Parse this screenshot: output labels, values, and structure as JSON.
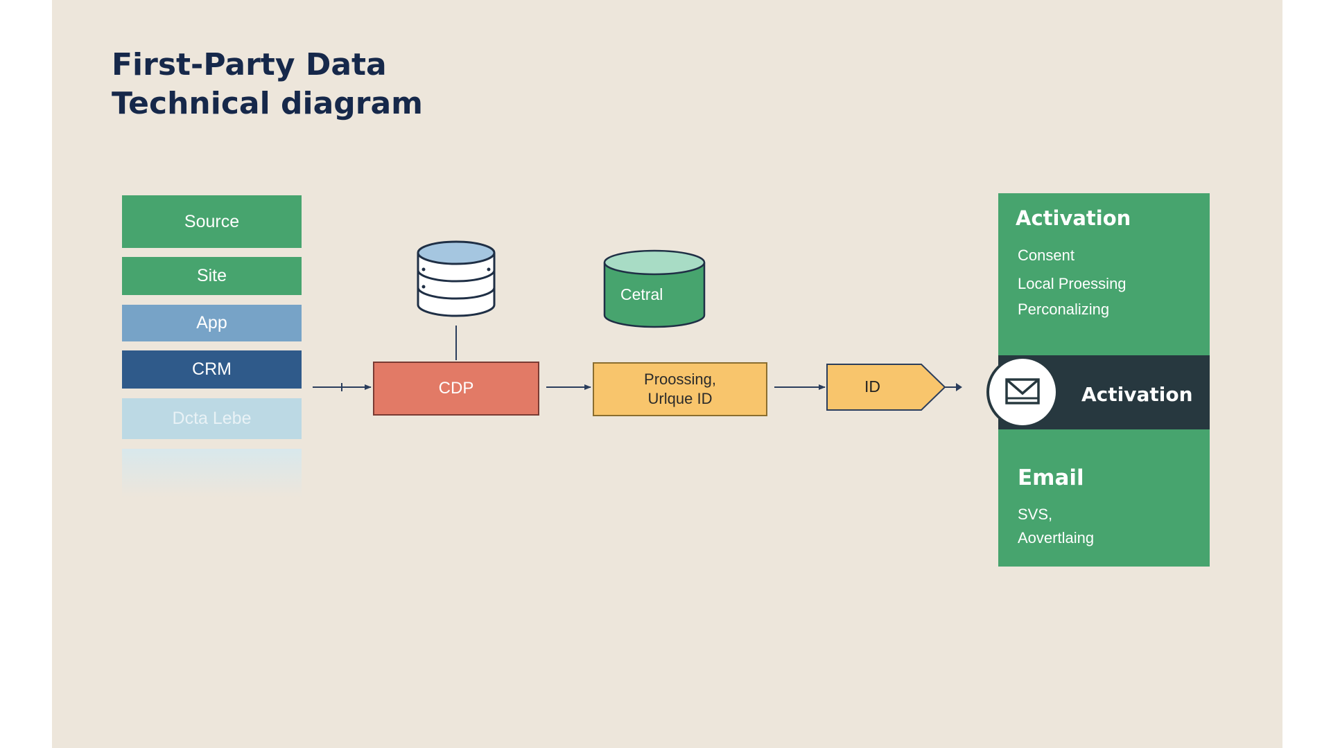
{
  "title": {
    "line1": "First-Party Data",
    "line2": "Technical diagram"
  },
  "sources": [
    "Source",
    "Site",
    "App",
    "CRM",
    "Dcta Lebe"
  ],
  "nodes": {
    "cdp": "CDP",
    "processing": {
      "line1": "Proossing,",
      "line2": "Urlque ID"
    },
    "central": "Cetral",
    "id": "ID"
  },
  "activation": {
    "heading": "Activation",
    "items": [
      "Consent",
      "Local Proessing",
      "Perconalizing"
    ],
    "channel_label": "Activation",
    "channel_icon": "envelope-icon",
    "heading2": "Email",
    "items2": [
      "SVS,",
      "Aovertlaing"
    ]
  },
  "colors": {
    "background": "#ede6db",
    "title": "#16284a",
    "green": "#47a46e",
    "blue_light": "#77a3c7",
    "blue_dark": "#2f5a8a",
    "pale_blue": "#bcd9e4",
    "cdp_red": "#e27a66",
    "amber": "#f8c56c",
    "dark_slate": "#27383f",
    "arrow": "#2a3d5c"
  }
}
